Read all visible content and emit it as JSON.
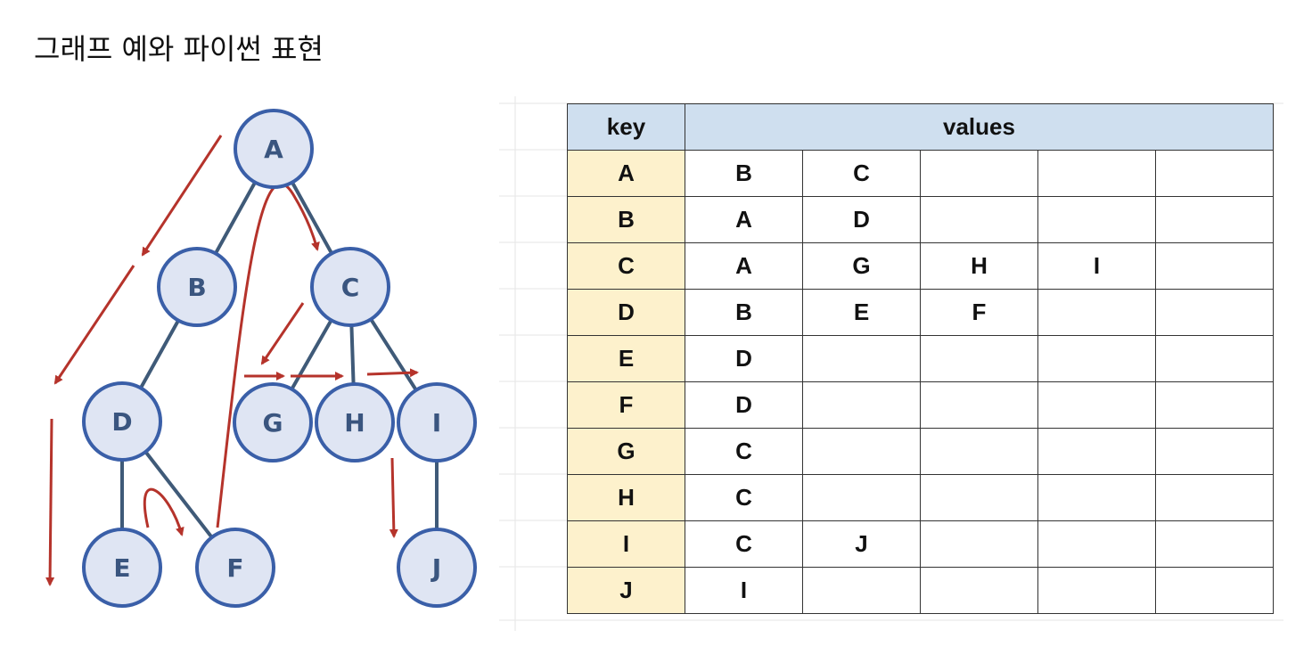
{
  "title": "그래프 예와 파이썬 표현",
  "graph": {
    "nodes": [
      {
        "id": "A",
        "label": "A"
      },
      {
        "id": "B",
        "label": "B"
      },
      {
        "id": "C",
        "label": "C"
      },
      {
        "id": "D",
        "label": "D"
      },
      {
        "id": "G",
        "label": "G"
      },
      {
        "id": "H",
        "label": "H"
      },
      {
        "id": "I",
        "label": "I"
      },
      {
        "id": "E",
        "label": "E"
      },
      {
        "id": "F",
        "label": "F"
      },
      {
        "id": "J",
        "label": "J"
      }
    ],
    "edges": [
      [
        "A",
        "B"
      ],
      [
        "A",
        "C"
      ],
      [
        "B",
        "D"
      ],
      [
        "C",
        "G"
      ],
      [
        "C",
        "H"
      ],
      [
        "C",
        "I"
      ],
      [
        "D",
        "E"
      ],
      [
        "D",
        "F"
      ],
      [
        "I",
        "J"
      ]
    ],
    "colors": {
      "node_fill": "#dfe5f3",
      "node_stroke": "#3a5fa8",
      "edge": "#3f5a78",
      "arrow": "#b5332b",
      "label": "#3a557f"
    }
  },
  "table": {
    "header": {
      "key": "key",
      "values": "values"
    },
    "rows": [
      {
        "key": "A",
        "values": [
          "B",
          "C",
          "",
          "",
          ""
        ]
      },
      {
        "key": "B",
        "values": [
          "A",
          "D",
          "",
          "",
          ""
        ]
      },
      {
        "key": "C",
        "values": [
          "A",
          "G",
          "H",
          "I",
          ""
        ]
      },
      {
        "key": "D",
        "values": [
          "B",
          "E",
          "F",
          "",
          ""
        ]
      },
      {
        "key": "E",
        "values": [
          "D",
          "",
          "",
          "",
          ""
        ]
      },
      {
        "key": "F",
        "values": [
          "D",
          "",
          "",
          "",
          ""
        ]
      },
      {
        "key": "G",
        "values": [
          "C",
          "",
          "",
          "",
          ""
        ]
      },
      {
        "key": "H",
        "values": [
          "C",
          "",
          "",
          "",
          ""
        ]
      },
      {
        "key": "I",
        "values": [
          "C",
          "J",
          "",
          "",
          ""
        ]
      },
      {
        "key": "J",
        "values": [
          "I",
          "",
          "",
          "",
          ""
        ]
      }
    ],
    "colors": {
      "header_bg": "#cfdfef",
      "key_bg": "#fdf1cc"
    }
  }
}
